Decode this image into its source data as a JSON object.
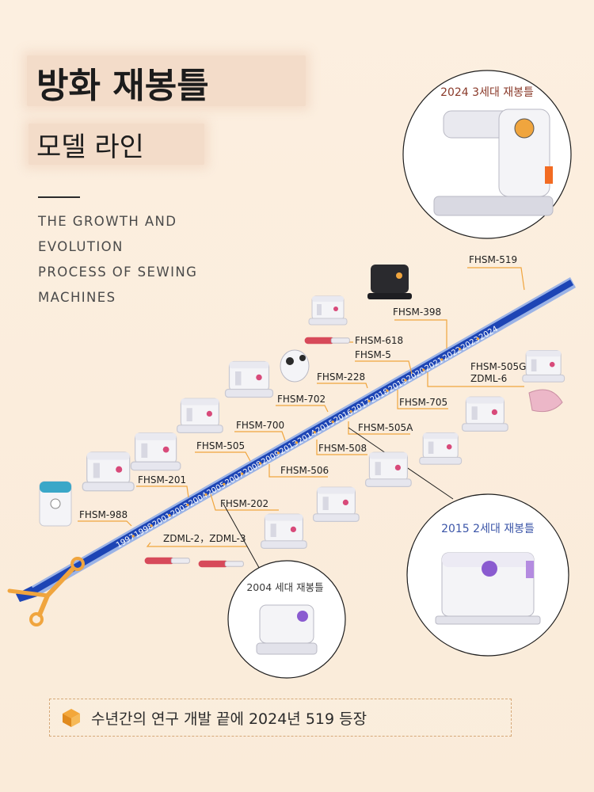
{
  "header": {
    "title_ko": "방화 재봉틀",
    "subtitle_ko": "모델 라인",
    "en_lines": [
      "THE GROWTH AND",
      "EVOLUTION",
      "PROCESS OF SEWING",
      "MACHINES"
    ]
  },
  "timeline": {
    "years": [
      "1997",
      "1998",
      "2001",
      "2003",
      "2004",
      "2005",
      "2007",
      "2008",
      "2009",
      "2013",
      "2014",
      "2015",
      "2016",
      "2017",
      "2018",
      "2019",
      "2020",
      "2021",
      "2022",
      "2023",
      "2024"
    ],
    "models": [
      "FHSM-988",
      "FHSM-201",
      "ZDML-2，ZDML-3",
      "FHSM-202",
      "FHSM-505",
      "FHSM-506",
      "FHSM-700",
      "FHSM-508",
      "FHSM-702",
      "FHSM-505A",
      "FHSM-228",
      "FHSM-5",
      "FHSM-618",
      "FHSM-705",
      "FHSM-505G",
      "ZDML-6",
      "FHSM-398",
      "FHSM-519"
    ]
  },
  "callouts": {
    "gen3": "2024 3세대 재봉틀",
    "gen2": "2015 2세대 재봉틀",
    "gen1": "2004 세대 재봉틀"
  },
  "footer": {
    "text": "수년간의 연구 개발 끝에 2024년 519 등장"
  },
  "colors": {
    "band": "#1d45b5",
    "band_edge": "#9bb3e6",
    "accent": "#f0a53e",
    "blade": "#f0a53e",
    "machine_purple": "#8a5bd0"
  }
}
